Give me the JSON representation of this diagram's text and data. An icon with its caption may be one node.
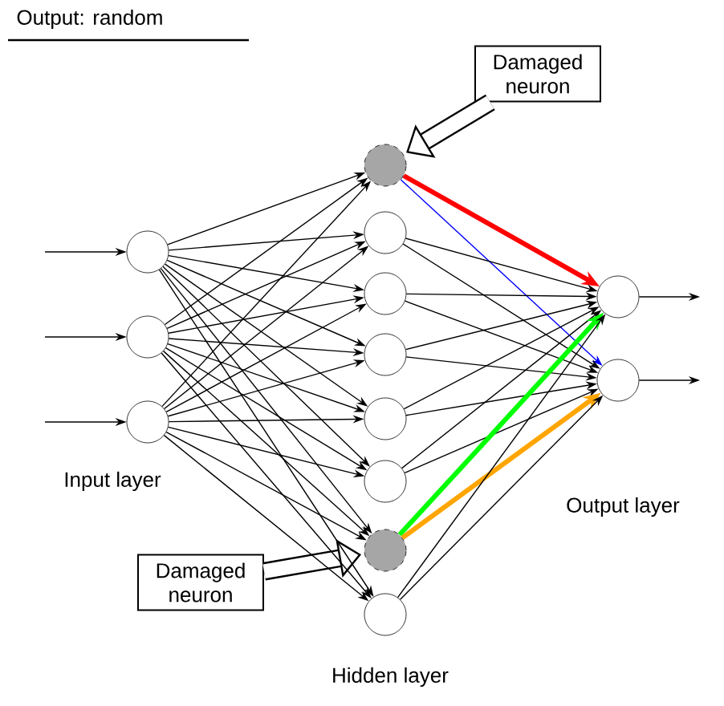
{
  "diagram": {
    "nodes": [
      {
        "text": [
          "Damaged neuron"
        ]
      },
      {
        "text": [],
        "shape": "circle"
      },
      {
        "text": [],
        "shape": "circle"
      },
      {
        "text": [],
        "shape": "circle"
      },
      {
        "text": [],
        "shape": "circle"
      },
      {
        "text": [],
        "shape": "circle"
      },
      {
        "text": [],
        "shape": "circle"
      },
      {
        "text": [],
        "shape": "circle"
      },
      {
        "text": [],
        "shape": "circle"
      },
      {
        "text": [],
        "shape": "circle"
      },
      {
        "text": [],
        "shape": "circle"
      },
      {
        "text": [],
        "shape": "circle"
      },
      {
        "text": [],
        "shape": "circle"
      },
      {
        "text": [],
        "shape": "circle"
      },
      {
        "text": [
          "Damaged neuron"
        ]
      }
    ],
    "edges": [
      {
        "from": 0,
        "to": 4,
        "arrow": "to",
        "style": "thick"
      },
      {
        "from": 14,
        "to": 10,
        "arrow": "to",
        "style": "thick"
      },
      {
        "from": null,
        "to": 1,
        "arrow": "to"
      },
      {
        "from": null,
        "to": 2,
        "arrow": "to"
      },
      {
        "from": null,
        "to": 3,
        "arrow": "to"
      },
      {
        "from": 1,
        "to": 4,
        "arrow": "to"
      },
      {
        "from": 1,
        "to": 5,
        "arrow": "to"
      },
      {
        "from": 1,
        "to": 6,
        "arrow": "to"
      },
      {
        "from": 1,
        "to": 7,
        "arrow": "to"
      },
      {
        "from": 1,
        "to": 8,
        "arrow": "to"
      },
      {
        "from": 1,
        "to": 9,
        "arrow": "to"
      },
      {
        "from": 1,
        "to": 10,
        "arrow": "to"
      },
      {
        "from": 1,
        "to": 11,
        "arrow": "to"
      },
      {
        "from": 2,
        "to": 4,
        "arrow": "to"
      },
      {
        "from": 2,
        "to": 5,
        "arrow": "to"
      },
      {
        "from": 2,
        "to": 6,
        "arrow": "to"
      },
      {
        "from": 2,
        "to": 7,
        "arrow": "to"
      },
      {
        "from": 2,
        "to": 8,
        "arrow": "to"
      },
      {
        "from": 2,
        "to": 9,
        "arrow": "to"
      },
      {
        "from": 2,
        "to": 10,
        "arrow": "to"
      },
      {
        "from": 2,
        "to": 11,
        "arrow": "to"
      },
      {
        "from": 3,
        "to": 4,
        "arrow": "to"
      },
      {
        "from": 3,
        "to": 5,
        "arrow": "to"
      },
      {
        "from": 3,
        "to": 6,
        "arrow": "to"
      },
      {
        "from": 3,
        "to": 7,
        "arrow": "to"
      },
      {
        "from": 3,
        "to": 8,
        "arrow": "to"
      },
      {
        "from": 3,
        "to": 9,
        "arrow": "to"
      },
      {
        "from": 3,
        "to": 10,
        "arrow": "to"
      },
      {
        "from": 3,
        "to": 11,
        "arrow": "to"
      },
      {
        "from": 4,
        "to": 12,
        "arrow": "to",
        "style": "thick",
        "color": "#ff0000"
      },
      {
        "from": 4,
        "to": 13,
        "arrow": "to",
        "color": "#0000ff"
      },
      {
        "from": 5,
        "to": 12,
        "arrow": "to"
      },
      {
        "from": 5,
        "to": 13,
        "arrow": "to"
      },
      {
        "from": 6,
        "to": 12,
        "arrow": "to"
      },
      {
        "from": 6,
        "to": 13,
        "arrow": "to"
      },
      {
        "from": 7,
        "to": 12,
        "arrow": "to"
      },
      {
        "from": 7,
        "to": 13,
        "arrow": "to"
      },
      {
        "from": 8,
        "to": 12,
        "arrow": "to"
      },
      {
        "from": 8,
        "to": 13,
        "arrow": "to"
      },
      {
        "from": 9,
        "to": 12,
        "arrow": "to"
      },
      {
        "from": 9,
        "to": 13,
        "arrow": "to"
      },
      {
        "from": 10,
        "to": 12,
        "arrow": "to",
        "style": "thick",
        "color": "#00ff00"
      },
      {
        "from": 10,
        "to": 13,
        "arrow": "to",
        "style": "thick",
        "color": "#ffa500"
      },
      {
        "from": 11,
        "to": 12,
        "arrow": "to"
      },
      {
        "from": 11,
        "to": 13,
        "arrow": "to"
      },
      {
        "from": 12,
        "to": null,
        "arrow": "to"
      },
      {
        "from": 13,
        "to": null,
        "arrow": "to"
      }
    ],
    "labels": [
      "Output: random",
      "Input layer",
      "Output layer",
      "Hidden layer"
    ]
  }
}
